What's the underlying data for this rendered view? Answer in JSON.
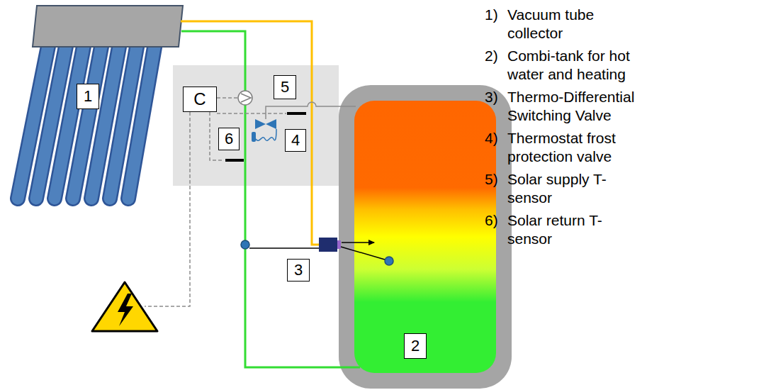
{
  "diagram": {
    "nodes": [
      {
        "text": [
          "1"
        ]
      },
      {
        "text": [
          "C"
        ]
      },
      {
        "text": [
          "5"
        ]
      },
      {
        "text": [
          "6"
        ]
      },
      {
        "text": [
          "4"
        ]
      },
      {
        "text": [
          "3"
        ]
      },
      {
        "text": [
          "2"
        ]
      }
    ],
    "labels": [
      "1)",
      "Vacuum tube collector",
      "2)",
      "Combi-tank for hot water and heating",
      "3)",
      "Thermo-Differential Switching Valve",
      "4)",
      "Thermostat frost protection valve",
      "5)",
      "Solar supply T- sensor",
      "6)",
      "Solar return T- sensor"
    ]
  }
}
